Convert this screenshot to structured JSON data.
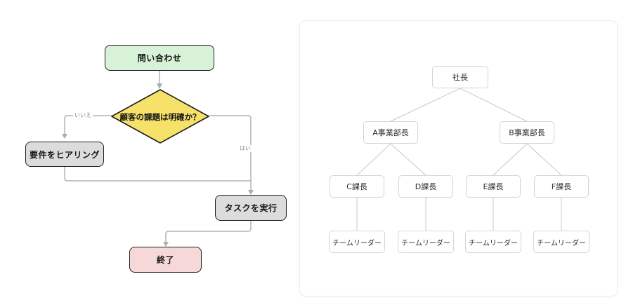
{
  "flowchart": {
    "nodes": {
      "start": {
        "label": "問い合わせ",
        "fill": "#d7f2d7",
        "shape": "rounded-rect"
      },
      "decision": {
        "label": "顧客の課題は明確か？",
        "fill": "#f7e269",
        "shape": "diamond"
      },
      "hearing": {
        "label": "要件をヒアリング",
        "fill": "#dcdcdc",
        "shape": "rounded-rect"
      },
      "task": {
        "label": "タスクを実行",
        "fill": "#dcdcdc",
        "shape": "rounded-rect"
      },
      "end": {
        "label": "終了",
        "fill": "#f7d8d8",
        "shape": "rounded-rect"
      }
    },
    "edge_labels": {
      "no": "いいえ",
      "yes": "はい"
    },
    "colors": {
      "node_border": "#1f1f1f",
      "connector": "#b3b3b3",
      "edge_label_text": "#8a8a8a"
    }
  },
  "org_chart": {
    "nodes": {
      "president": {
        "label": "社長"
      },
      "division_a": {
        "label": "A事業部長"
      },
      "division_b": {
        "label": "B事業部長"
      },
      "section_c": {
        "label": "C課長"
      },
      "section_d": {
        "label": "D課長"
      },
      "section_e": {
        "label": "E課長"
      },
      "section_f": {
        "label": "F課長"
      },
      "leader_1": {
        "label": "チームリーダー"
      },
      "leader_2": {
        "label": "チームリーダー"
      },
      "leader_3": {
        "label": "チームリーダー"
      },
      "leader_4": {
        "label": "チームリーダー"
      }
    },
    "colors": {
      "node_border": "#d4d4d4",
      "connector": "#c8c8c8",
      "card_border": "#ededed"
    }
  }
}
